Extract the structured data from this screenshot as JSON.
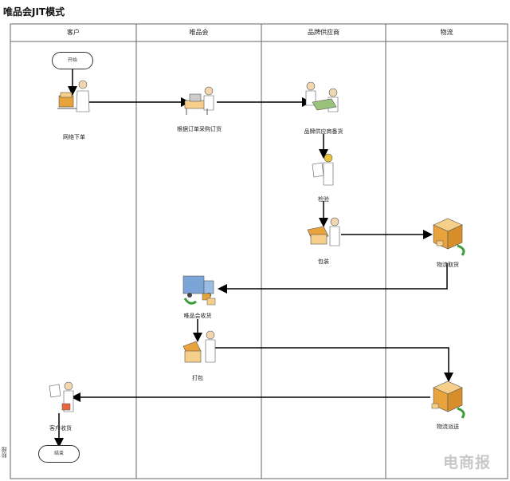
{
  "title": "唯品会JIT模式",
  "lanes": [
    {
      "header": "客户"
    },
    {
      "header": "唯品会"
    },
    {
      "header": "品牌供应商"
    },
    {
      "header": "物流"
    }
  ],
  "nodes": {
    "start": "开始",
    "order": "网络下单",
    "aggregate_order": "根据订单采购订货",
    "supplier_stock": "品牌供应商备货",
    "inspect": "检验",
    "pack": "包装",
    "logistics_pickup": "物流取货",
    "vip_receive": "唯品会收货",
    "repack": "打包",
    "logistics_deliver": "物流派送",
    "customer_receive": "客户收货",
    "end": "结束"
  },
  "side_label": "阶段",
  "watermark": "电商报",
  "colors": {
    "line": "#000000",
    "border": "#555555",
    "box_orange": "#e8a33d",
    "box_light": "#f6d08a",
    "person_skin": "#f0d7b0",
    "truck_blue": "#7aa5d6",
    "arrow_green": "#3a9c3a"
  }
}
